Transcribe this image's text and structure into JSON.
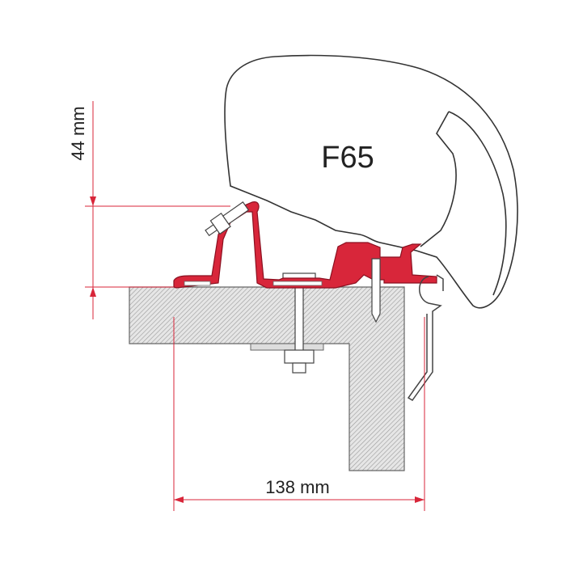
{
  "diagram": {
    "model_label": "F65",
    "height_dimension": "44 mm",
    "width_dimension": "138 mm"
  },
  "colors": {
    "profile_red": "#d8263a",
    "dimension_red": "#d8263a",
    "outline": "#333333",
    "hatch": "#9a9a9a"
  }
}
